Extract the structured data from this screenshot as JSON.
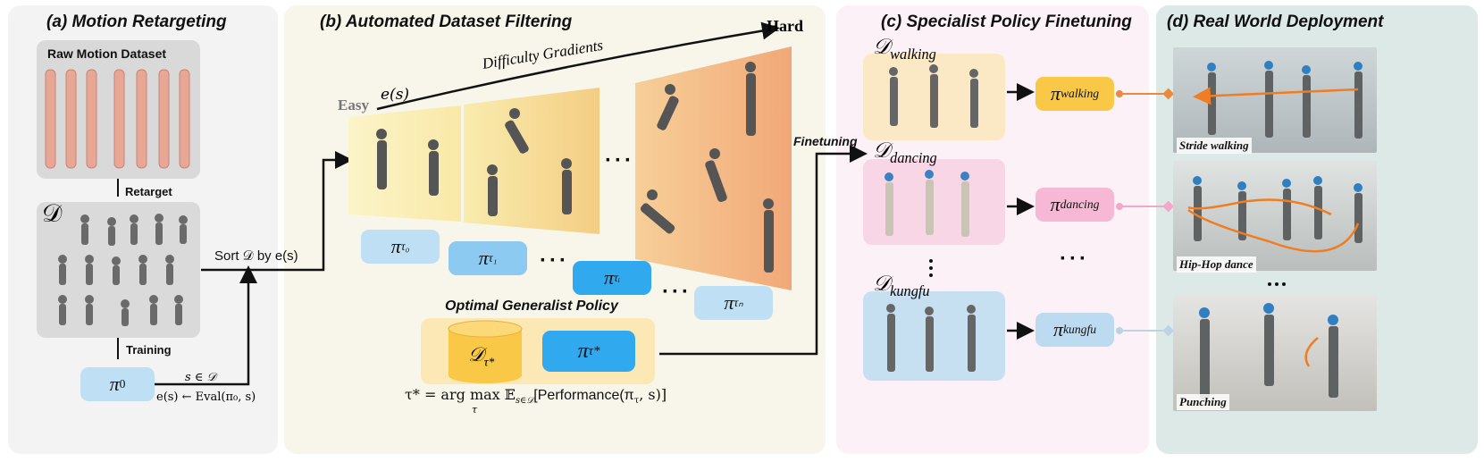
{
  "panels": {
    "a": {
      "title": "(a) Motion Retargeting",
      "raw_dataset": "Raw Motion Dataset",
      "dataset_symbol": "𝒟",
      "retarget": "Retarget",
      "training": "Training",
      "pi0": "π",
      "pi0_sub": "0",
      "s_in_d": "s ∈ 𝒟",
      "eval": "e(s) ← Eval(π₀, s)",
      "sort": "Sort 𝒟 by e(s)"
    },
    "b": {
      "title": "(b) Automated Dataset Filtering",
      "easy": "Easy",
      "hard": "Hard",
      "es": "e(s)",
      "gradients": "Difficulty Gradients",
      "policies": [
        {
          "sym": "π",
          "sub": "τ₀"
        },
        {
          "sym": "π",
          "sub": "τ₁"
        },
        {
          "sym": "π",
          "sub": "τᵢ"
        },
        {
          "sym": "π",
          "sub": "τₙ"
        }
      ],
      "optimal": "Optimal Generalist Policy",
      "d_tau": "𝒟",
      "d_tau_sub": "τ*",
      "pi_tau": "π",
      "pi_tau_sub": "τ*",
      "formula": "τ* = arg max 𝔼",
      "formula_sub_tau": "τ",
      "formula_sub_s": "s∈𝒟",
      "formula_rest": "[Performance(π",
      "formula_rest_sub": "τ",
      "formula_end": ", s)]"
    },
    "c": {
      "title": "(c) Specialist Policy Finetuning",
      "finetuning": "Finetuning",
      "specialists": [
        {
          "d": "𝒟",
          "name": "walking"
        },
        {
          "d": "𝒟",
          "name": "dancing"
        },
        {
          "d": "𝒟",
          "name": "kungfu"
        }
      ]
    },
    "d": {
      "title": "(d) Real World Deployment",
      "captions": [
        "Stride walking",
        "Hip-Hop dance",
        "Punching"
      ]
    }
  },
  "colors": {
    "panel_a": "#f3f3f3",
    "panel_b": "#f8f6ea",
    "panel_c": "#fcf1f7",
    "panel_d": "#dde9e6",
    "walking": "#f9c846",
    "dancing": "#f6b8d5",
    "kungfu": "#bcdaf0",
    "blue": "#30a9ef",
    "lightblue": "#bfe0f4"
  },
  "ellipsis": "···"
}
